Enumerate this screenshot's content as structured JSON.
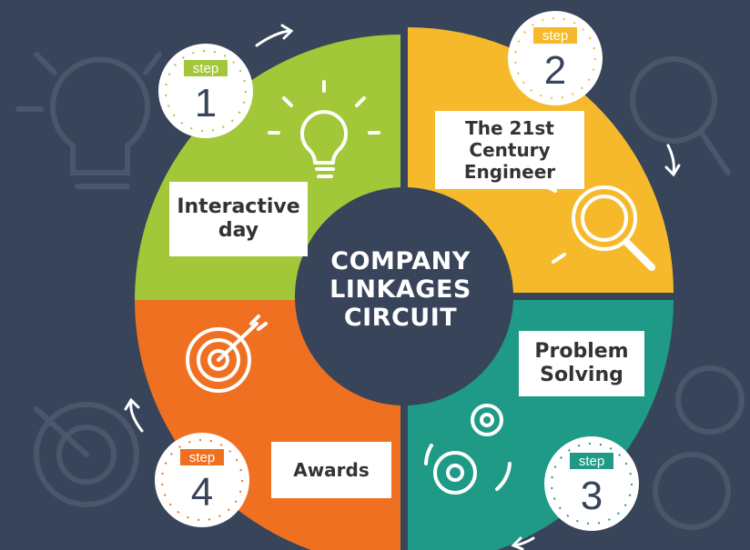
{
  "center": {
    "line1": "COMPANY",
    "line2": "LINKAGES",
    "line3": "CIRCUIT"
  },
  "steps": [
    {
      "step_label": "step",
      "number": "1",
      "title": "Interactive day",
      "color": "#a2c739"
    },
    {
      "step_label": "step",
      "number": "2",
      "title": "The 21st Century Engineer",
      "color": "#f6b92b"
    },
    {
      "step_label": "step",
      "number": "3",
      "title": "Problem Solving",
      "color": "#1e9a87"
    },
    {
      "step_label": "step",
      "number": "4",
      "title": "Awards",
      "color": "#ef7020"
    }
  ],
  "colors": {
    "background": "#37445a",
    "center_circle": "#37445a",
    "tag_green": "#a2c739",
    "tag_orange": "#f6b92b",
    "tag_teal": "#1e9a87",
    "tag_red": "#ef7020"
  },
  "icons": [
    "lightbulb-icon",
    "magnifier-icon",
    "gears-icon",
    "target-icon"
  ]
}
